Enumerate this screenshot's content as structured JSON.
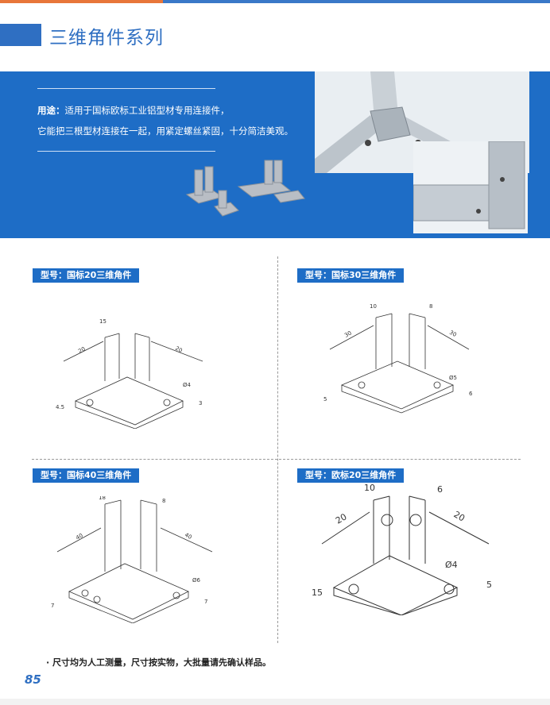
{
  "page": {
    "title": "三维角件系列",
    "page_number": "85"
  },
  "banner": {
    "usage_label": "用途：",
    "usage_line1": "适用于国标欧标工业铝型材专用连接件，",
    "usage_line2": "它能把三根型材连接在一起，用紧定螺丝紧固，十分简洁美观。"
  },
  "models": [
    {
      "label": "型号：国标20三维角件",
      "dims": {
        "w": "15",
        "a": "20",
        "b": "20",
        "hole": "Ø4",
        "h1": "4.5",
        "h2": "3"
      }
    },
    {
      "label": "型号：国标30三维角件",
      "dims": {
        "w": "10",
        "a": "30",
        "b": "30",
        "w2": "8",
        "hole": "Ø5",
        "h1": "5",
        "h2": "6"
      }
    },
    {
      "label": "型号：国标40三维角件",
      "dims": {
        "w": "18",
        "a": "40",
        "b": "40",
        "w2": "8",
        "hole": "Ø6",
        "h1": "7",
        "h2": "7"
      }
    },
    {
      "label": "型号：欧标20三维角件",
      "dims": {
        "w": "10",
        "a": "20",
        "b": "20",
        "w2": "6",
        "hole": "Ø4",
        "h1": "15",
        "h2": "5"
      }
    }
  ],
  "footer": {
    "note": "· 尺寸均为人工测量，尺寸按实物，大批量请先确认样品。"
  },
  "colors": {
    "accent": "#2f6fc2",
    "banner": "#1e6dc6",
    "orange": "#e8763a"
  }
}
